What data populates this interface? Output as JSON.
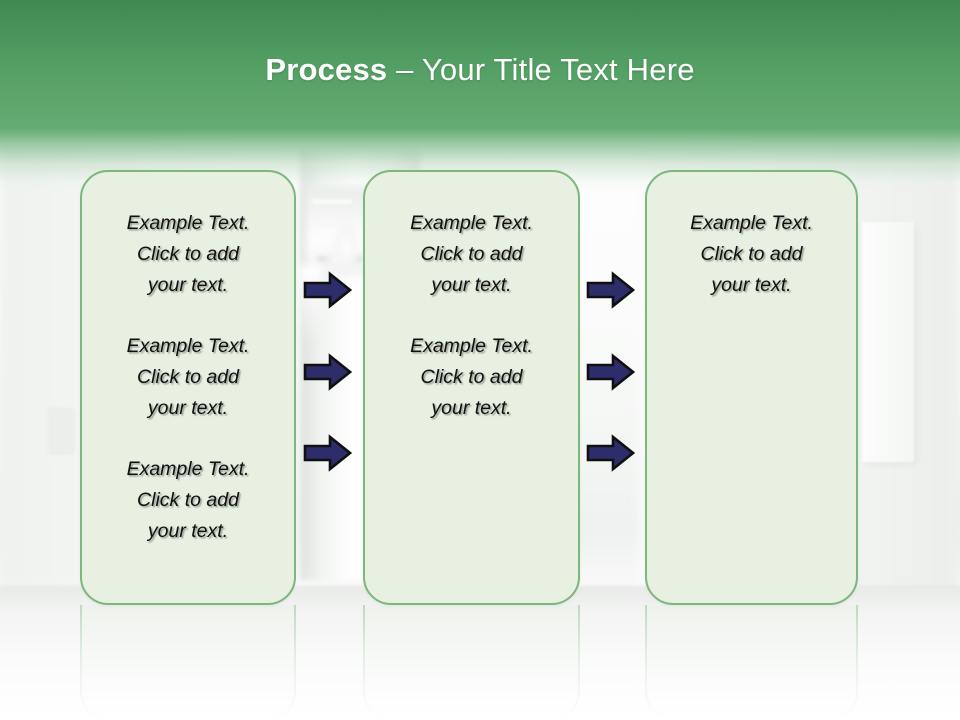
{
  "slide": {
    "title": {
      "emphasis": "Process",
      "rest": " – Your Title Text Here"
    },
    "theme": {
      "header_green_top": "#3f8a52",
      "header_green_bottom": "#63ab72",
      "box_fill": "#e7f0e1",
      "box_border": "#7cb77c",
      "arrow_fill": "#2d2d6b",
      "arrow_outline": "#101010",
      "title_color": "#ffffff",
      "text_color": "#101010"
    }
  },
  "boxes": [
    {
      "name": "process-box-1",
      "blocks": [
        "Example Text.\nClick  to add\nyour text.",
        "Example Text.\nClick  to add\nyour text.",
        "Example Text.\nClick  to add\nyour text."
      ]
    },
    {
      "name": "process-box-2",
      "blocks": [
        "Example Text.\nClick  to add\nyour text.",
        "Example Text.\nClick  to add\nyour text."
      ]
    },
    {
      "name": "process-box-3",
      "blocks": [
        "Example Text.\nClick  to add\nyour text."
      ]
    }
  ],
  "arrows": {
    "icon": "right-arrow-icon",
    "columns": [
      {
        "name": "arrow-column-1",
        "count": 3
      },
      {
        "name": "arrow-column-2",
        "count": 3
      }
    ]
  }
}
